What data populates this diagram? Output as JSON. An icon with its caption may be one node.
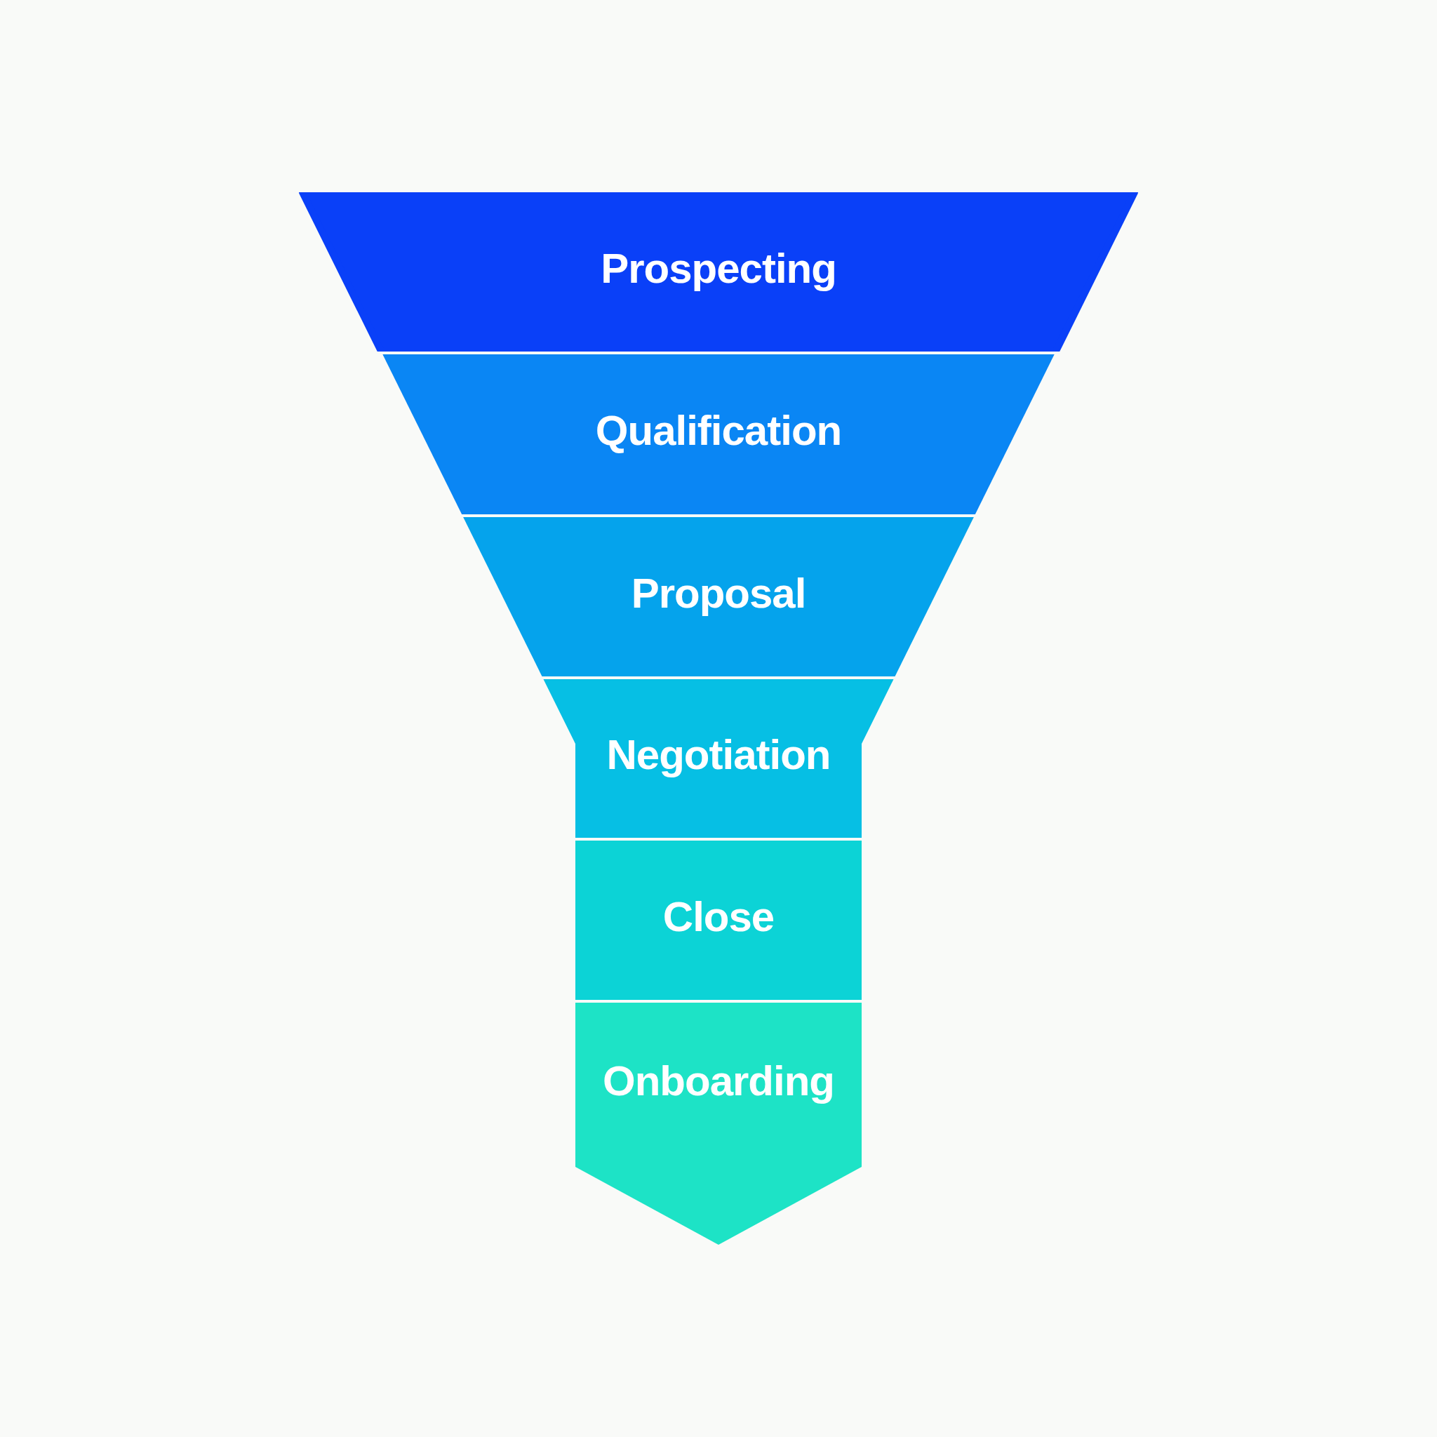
{
  "diagram": {
    "nodes": [
      {
        "text": [
          "Prospecting"
        ]
      },
      {
        "text": [
          "Qualification"
        ]
      },
      {
        "text": [
          "Proposal"
        ]
      },
      {
        "text": [
          "Negotiation"
        ]
      },
      {
        "text": [
          "Close"
        ]
      },
      {
        "text": [
          "Onboarding"
        ]
      }
    ]
  }
}
